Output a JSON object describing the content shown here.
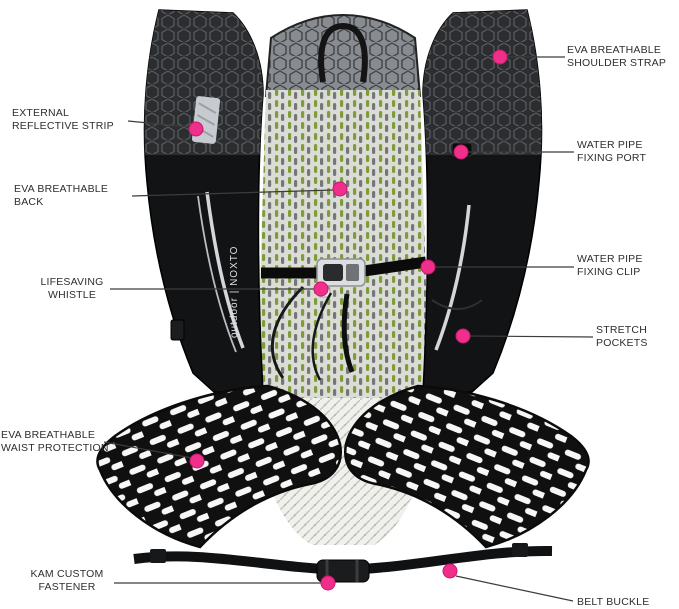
{
  "page": {
    "background": "#ffffff"
  },
  "colors": {
    "marker": "#ef2f8a",
    "leader_line": "#3c3c3c",
    "label_text": "#2e2e2e",
    "vest_black": "#121315",
    "mesh_green": "#7f9c3a"
  },
  "product": {
    "name": "hydration-vest-backpack",
    "brand_text": "outdoor | NOXTO"
  },
  "annotations": {
    "left": [
      {
        "id": "external-reflective-strip",
        "lines": [
          "EXTERNAL",
          "REFLECTIVE STRIP"
        ]
      },
      {
        "id": "eva-breathable-back",
        "lines": [
          "EVA BREATHABLE",
          "BACK"
        ]
      },
      {
        "id": "lifesaving-whistle",
        "lines": [
          "LIFESAVING",
          "WHISTLE"
        ]
      },
      {
        "id": "eva-breathable-waist-protection",
        "lines": [
          "EVA BREATHABLE",
          "WAIST PROTECTION"
        ]
      },
      {
        "id": "kam-custom-fastener",
        "lines": [
          "KAM CUSTOM",
          "FASTENER"
        ]
      }
    ],
    "right": [
      {
        "id": "eva-breathable-shoulder-strap",
        "lines": [
          "EVA BREATHABLE",
          "SHOULDER STRAP"
        ]
      },
      {
        "id": "water-pipe-fixing-port",
        "lines": [
          "WATER PIPE",
          "FIXING PORT"
        ]
      },
      {
        "id": "water-pipe-fixing-clip",
        "lines": [
          "WATER PIPE",
          "FIXING CLIP"
        ]
      },
      {
        "id": "stretch-pockets",
        "lines": [
          "STRETCH",
          "POCKETS"
        ]
      },
      {
        "id": "belt-buckle",
        "lines": [
          "BELT BUCKLE"
        ]
      }
    ]
  }
}
